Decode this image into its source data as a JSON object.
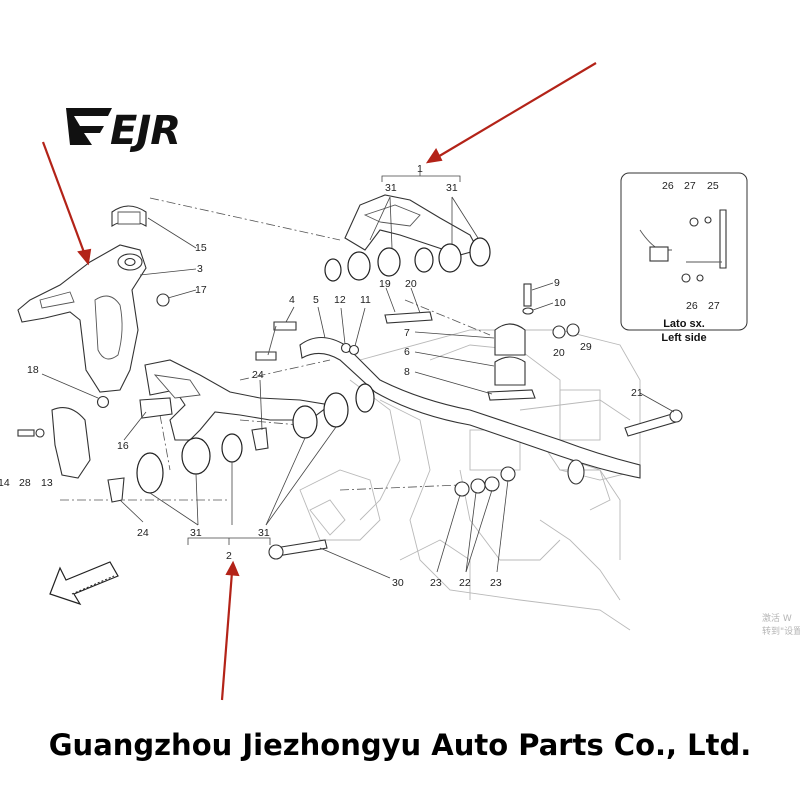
{
  "brand_logo_text": "EJR",
  "company_name": "Guangzhou Jiezhongyu Auto Parts Co., Ltd.",
  "inset": {
    "label_line1": "Lato sx.",
    "label_line2": "Left side",
    "callouts": [
      "26",
      "27",
      "25",
      "26",
      "27"
    ]
  },
  "callouts": {
    "c1": "1",
    "c2": "2",
    "c3": "3",
    "c4": "4",
    "c5": "5",
    "c6": "6",
    "c7": "7",
    "c8": "8",
    "c9": "9",
    "c10": "10",
    "c11": "11",
    "c12": "12",
    "c13": "13",
    "c14": "14",
    "c15": "15",
    "c16": "16",
    "c17": "17",
    "c18": "18",
    "c19": "19",
    "c20a": "20",
    "c20b": "20",
    "c21": "21",
    "c22": "22",
    "c23a": "23",
    "c23b": "23",
    "c24a": "24",
    "c24b": "24",
    "c28": "28",
    "c29": "29",
    "c30": "30",
    "c31a": "31",
    "c31b": "31",
    "c31c": "31",
    "c31d": "31"
  },
  "watermark": {
    "line1": "激活 W",
    "line2": "转到\"设置"
  },
  "colors": {
    "highlight_arrow": "#b32318",
    "line_art": "#333333",
    "background_frame": "#b9b9b9"
  }
}
